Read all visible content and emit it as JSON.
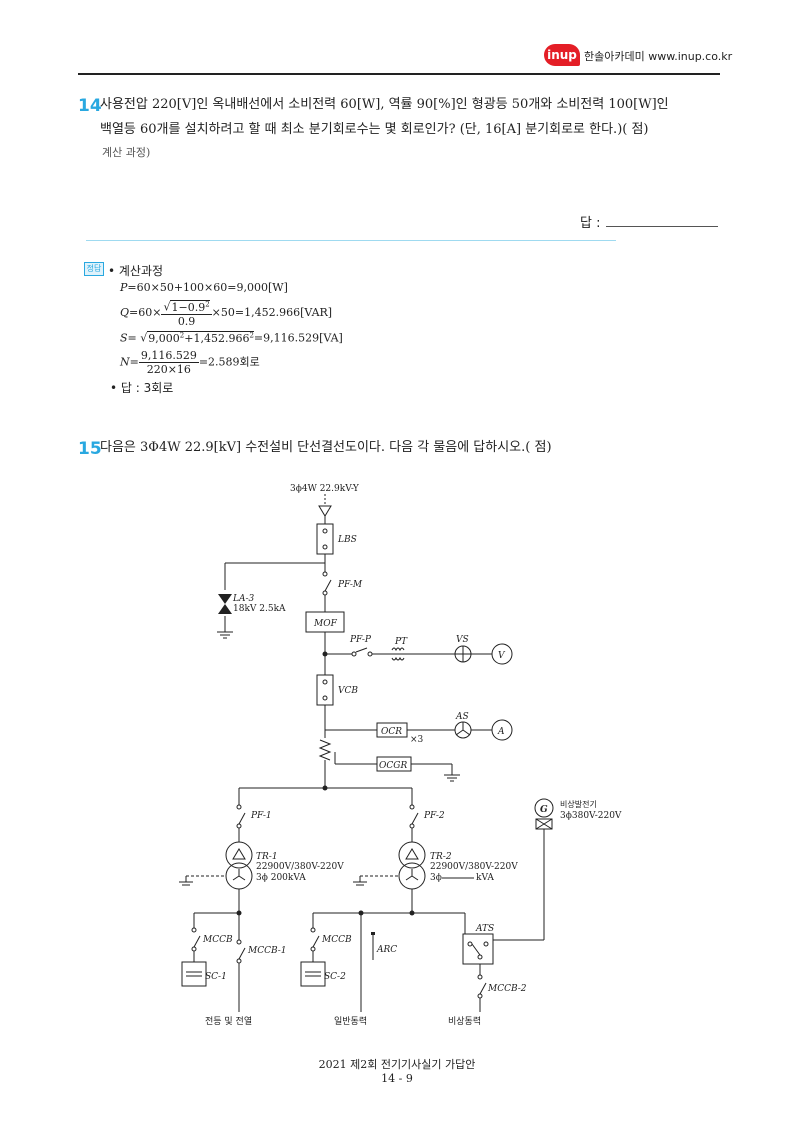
{
  "header": {
    "logo": "inup",
    "brand": "한솔아카데미 www.inup.co.kr"
  },
  "q14": {
    "number": "14",
    "line1": "사용전압 220[V]인 옥내배선에서 소비전력 60[W], 역률 90[%]인 형광등 50개와 소비전력 100[W]인",
    "line2": "백열등 60개를 설치하려고 할 때 최소 분기회로수는 몇 회로인가? (단, 16[A] 분기회로로 한다.)( 점)",
    "calc_label": "계산 과정)",
    "answer_label": "답 :"
  },
  "solution": {
    "badge": "정답",
    "title": "• 계산과정",
    "p_var": "P",
    "p_expr": "=60×50+100×60=9,000[W]",
    "q_var": "Q",
    "q_lead": "=60×",
    "q_num_sqrt": "1−0.9",
    "q_num_exp": "2",
    "q_den": "0.9",
    "q_tail": "×50=1,452.966[VAR]",
    "s_var": "S",
    "s_lead": "=",
    "s_sqrt": "9,000",
    "s_mid": "+1,452.966",
    "s_exp": "2",
    "s_tail": "=9,116.529[VA]",
    "n_var": "N",
    "n_lead": "=",
    "n_num": "9,116.529",
    "n_den": "220×16",
    "n_tail": "=2.589회로",
    "answer": "• 답 : 3회로"
  },
  "q15": {
    "number": "15",
    "text": "다음은 3Φ4W 22.9[kV] 수전설비 단선결선도이다. 다음 각 물음에 답하시오.( 점)"
  },
  "diagram": {
    "source": "3ϕ4W 22.9kV-Y",
    "lbs": "LBS",
    "pfm": "PF-M",
    "la_name": "LA-3",
    "la_rating": "18kV 2.5kA",
    "mof": "MOF",
    "pfp": "PF-P",
    "pt": "PT",
    "vs": "VS",
    "v": "V",
    "vcb": "VCB",
    "as": "AS",
    "ocr": "OCR",
    "ocr_x3": "×3",
    "a": "A",
    "ocgr": "OCGR",
    "pf1": "PF-1",
    "pf2": "PF-2",
    "tr1_name": "TR-1",
    "tr1_v": "22900V/380V-220V",
    "tr1_cap": "3ϕ 200kVA",
    "tr2_name": "TR-2",
    "tr2_v": "22900V/380V-220V",
    "tr2_cap_pre": "3ϕ",
    "tr2_cap_post": "kVA",
    "gen_symbol": "G",
    "gen_name": "비상발전기",
    "gen_spec": "3ϕ380V-220V",
    "ats": "ATS",
    "mccb": "MCCB",
    "mccb1": "MCCB-1",
    "mccb2": "MCCB-2",
    "sc1": "SC-1",
    "sc2": "SC-2",
    "arc": "ARC",
    "load1": "전등 및 전열",
    "load2": "일반동력",
    "load3": "비상동력"
  },
  "footer": {
    "title": "2021 제2회 전기기사실기 가답안",
    "page": "14 - 9"
  }
}
